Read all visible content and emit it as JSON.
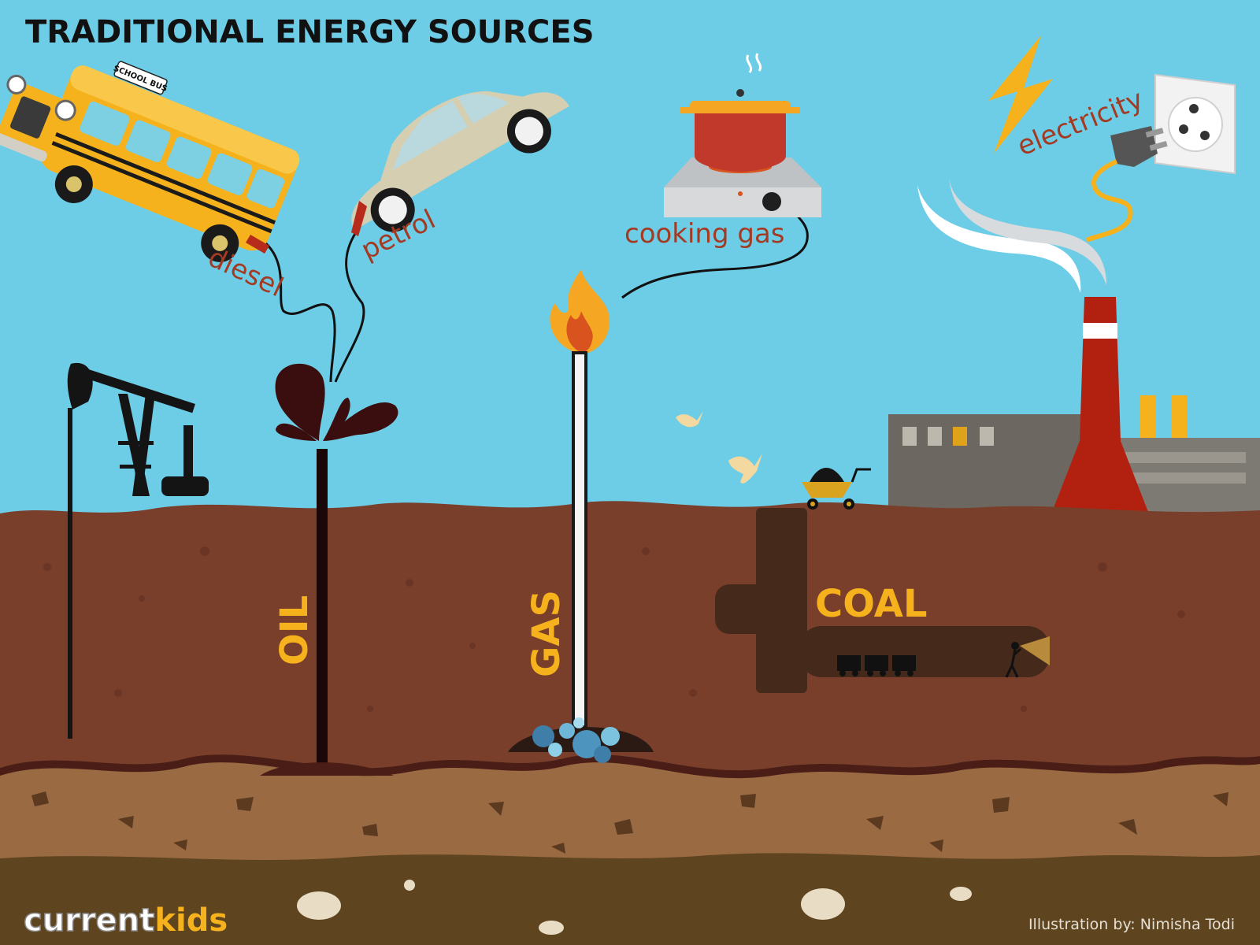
{
  "title": "TRADITIONAL ENERGY SOURCES",
  "labels": {
    "diesel": "diesel",
    "petrol": "petrol",
    "cooking_gas": "cooking gas",
    "electricity": "electricity",
    "oil": "OIL",
    "gas": "GAS",
    "coal": "COAL",
    "bus_sign": "SCHOOL BUS"
  },
  "branding": {
    "logo_part1": "current",
    "logo_part2": "kids",
    "credit": "Illustration by: Nimisha Todi"
  },
  "colors": {
    "sky": "#6ecde6",
    "soil_top": "#7a3f2b",
    "soil_mid": "#9a6a43",
    "soil_deep": "#5e4520",
    "accent_yellow": "#f5b21c",
    "label_red": "#a43a22",
    "oil_dark": "#3a0e0e",
    "tunnel": "#45291a"
  },
  "icons": [
    "pump-jack-icon",
    "school-bus-icon",
    "car-icon",
    "cooking-pot-icon",
    "stove-icon",
    "lightning-icon",
    "plug-icon",
    "socket-icon",
    "flame-icon",
    "factory-icon",
    "chimney-icon",
    "wheelbarrow-icon",
    "bird-icon",
    "mine-cart-icon",
    "miner-icon",
    "fossil-icon"
  ]
}
